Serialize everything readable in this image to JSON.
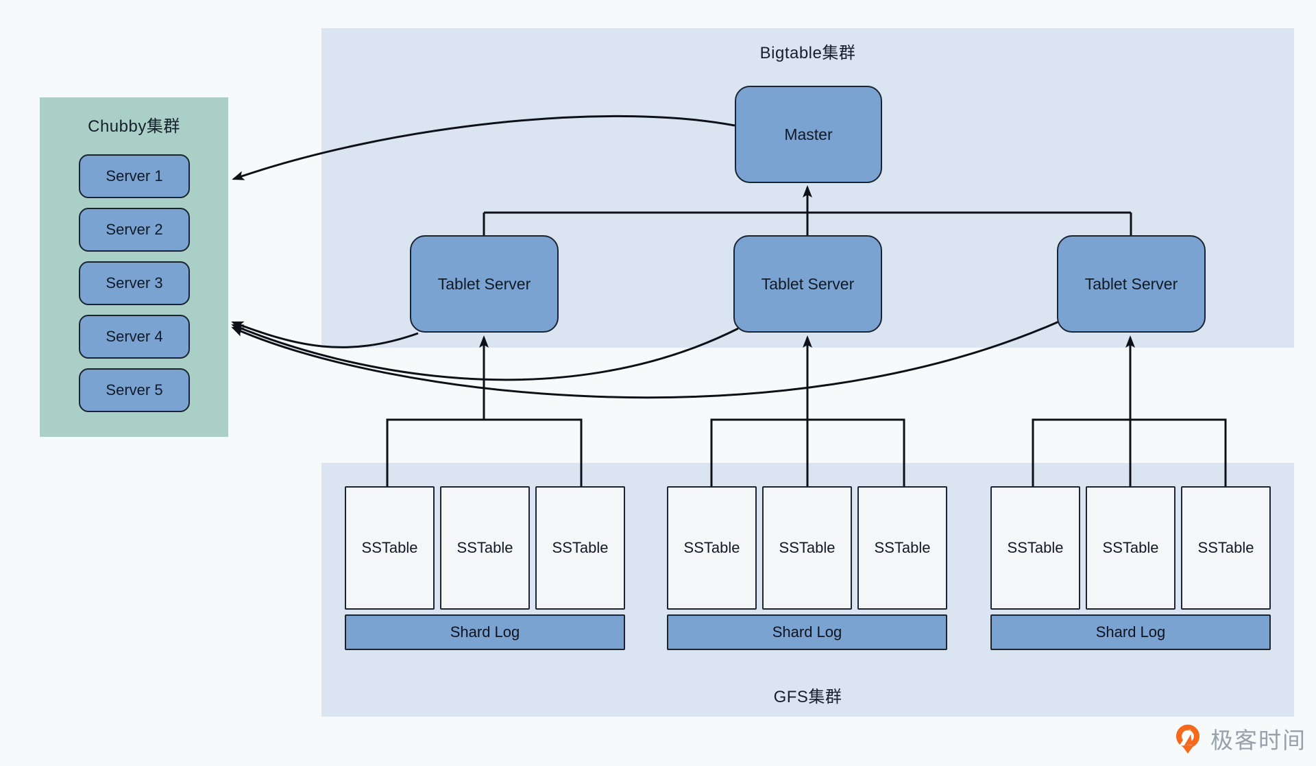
{
  "chubby": {
    "title": "Chubby集群",
    "servers": [
      "Server 1",
      "Server 2",
      "Server 3",
      "Server 4",
      "Server 5"
    ]
  },
  "bigtable": {
    "title": "Bigtable集群",
    "master": "Master",
    "tablet_servers": [
      "Tablet Server",
      "Tablet Server",
      "Tablet Server"
    ]
  },
  "gfs": {
    "title": "GFS集群",
    "groups": [
      {
        "sstables": [
          "SSTable",
          "SSTable",
          "SSTable"
        ],
        "shard_log": "Shard Log"
      },
      {
        "sstables": [
          "SSTable",
          "SSTable",
          "SSTable"
        ],
        "shard_log": "Shard Log"
      },
      {
        "sstables": [
          "SSTable",
          "SSTable",
          "SSTable"
        ],
        "shard_log": "Shard Log"
      }
    ]
  },
  "watermark": {
    "brand": "极客时间",
    "logo_icon": "geektime-logo"
  },
  "colors": {
    "box_blue": "#7ba3d2",
    "panel_light_blue": "#dae5f1",
    "panel_teal": "#a9cfc6",
    "line_black": "#0d1117",
    "sstable_fill": "#f4f6f8",
    "logo_orange": "#f5691d",
    "watermark_gray": "#97a1ab"
  }
}
